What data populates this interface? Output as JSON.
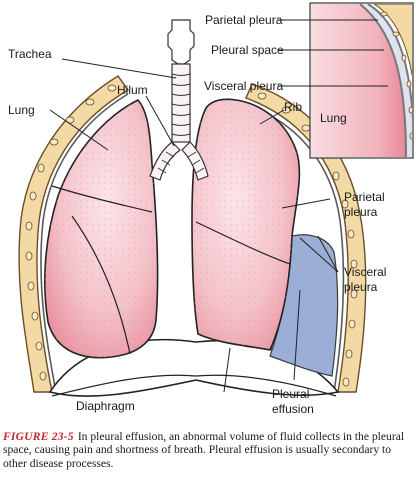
{
  "labels": {
    "trachea": "Trachea",
    "hilum": "Hilum",
    "lung": "Lung",
    "rib": "Rib",
    "parietal_pleura_line1": "Parietal",
    "parietal_pleura_line2": "pleura",
    "visceral_pleura_line1": "Visceral",
    "visceral_pleura_line2": "pleura",
    "diaphragm": "Diaphragm",
    "pleural_effusion_line1": "Pleural",
    "pleural_effusion_line2": "effusion"
  },
  "inset": {
    "parietal_pleura": "Parietal pleura",
    "pleural_space": "Pleural space",
    "visceral_pleura": "Visceral pleura",
    "lung": "Lung"
  },
  "caption": {
    "figure_number": "FIGURE 23-5",
    "text": "In pleural effusion, an abnormal volume of fluid collects in the pleural space, causing pain and shortness of breath. Pleural effusion is usually secondary to other disease processes."
  },
  "colors": {
    "lung_fill": "#f6c9cf",
    "lung_shade": "#ee9aa6",
    "rib_fill": "#f3d9a4",
    "effusion_fill": "#9aaed6",
    "pleural_space_fill": "#dfe3ef",
    "caption_accent": "#c8262c"
  }
}
